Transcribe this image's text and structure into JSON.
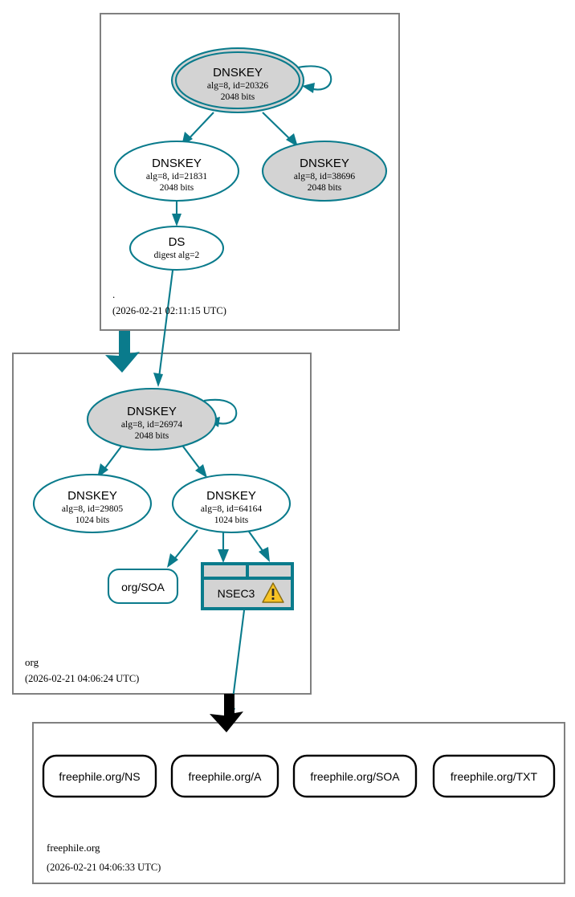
{
  "diagram": {
    "type": "dnssec-authentication-chain",
    "title": "DNSSEC authentication chain for freephile.org",
    "colors": {
      "teal": "#0a7b8c",
      "node_fill_secure": "#d3d3d3",
      "node_fill_plain": "#ffffff",
      "zone_border": "#808080",
      "rrset_border": "#000000",
      "warning_fill": "#f7c325",
      "black_arrow": "#000000"
    }
  },
  "zones": [
    {
      "id": "root",
      "name": ".",
      "timestamp": "(2026-02-21 02:11:15 UTC)",
      "nodes": [
        {
          "id": "root-ksk-20326",
          "shape": "doubleellipse",
          "fill": "node_fill_secure",
          "icon": "trust-anchor-double-ellipse",
          "line1": "DNSKEY",
          "line2": "alg=8, id=20326",
          "line3": "2048 bits",
          "self_signed": true
        },
        {
          "id": "root-zsk-21831",
          "shape": "ellipse",
          "fill": "node_fill_plain",
          "line1": "DNSKEY",
          "line2": "alg=8, id=21831",
          "line3": "2048 bits"
        },
        {
          "id": "root-key-38696",
          "shape": "ellipse",
          "fill": "node_fill_secure",
          "line1": "DNSKEY",
          "line2": "alg=8, id=38696",
          "line3": "2048 bits"
        },
        {
          "id": "root-ds",
          "shape": "ellipse",
          "fill": "node_fill_plain",
          "line1": "DS",
          "line2": "digest alg=2",
          "line3": ""
        }
      ]
    },
    {
      "id": "org",
      "name": "org",
      "timestamp": "(2026-02-21 04:06:24 UTC)",
      "nodes": [
        {
          "id": "org-ksk-26974",
          "shape": "ellipse",
          "fill": "node_fill_secure",
          "line1": "DNSKEY",
          "line2": "alg=8, id=26974",
          "line3": "2048 bits",
          "self_signed": true
        },
        {
          "id": "org-zsk-29805",
          "shape": "ellipse",
          "fill": "node_fill_plain",
          "line1": "DNSKEY",
          "line2": "alg=8, id=29805",
          "line3": "1024 bits"
        },
        {
          "id": "org-zsk-64164",
          "shape": "ellipse",
          "fill": "node_fill_plain",
          "line1": "DNSKEY",
          "line2": "alg=8, id=64164",
          "line3": "1024 bits"
        },
        {
          "id": "org-soa",
          "shape": "roundrect",
          "fill": "node_fill_plain",
          "label": "org/SOA"
        },
        {
          "id": "org-nsec3",
          "shape": "table",
          "fill": "node_fill_secure",
          "label": "NSEC3",
          "warning": true,
          "warning_icon": "warning-triangle-icon",
          "header_cells": 2
        }
      ]
    },
    {
      "id": "freephile",
      "name": "freephile.org",
      "timestamp": "(2026-02-21 04:06:33 UTC)",
      "nodes": [
        {
          "id": "rr-ns",
          "shape": "roundrect",
          "label": "freephile.org/NS"
        },
        {
          "id": "rr-a",
          "shape": "roundrect",
          "label": "freephile.org/A"
        },
        {
          "id": "rr-soa",
          "shape": "roundrect",
          "label": "freephile.org/SOA"
        },
        {
          "id": "rr-txt",
          "shape": "roundrect",
          "label": "freephile.org/TXT"
        }
      ]
    }
  ],
  "edges": [
    {
      "from": "root-ksk-20326",
      "to": "root-ksk-20326",
      "kind": "self-signature"
    },
    {
      "from": "root-ksk-20326",
      "to": "root-zsk-21831",
      "kind": "signature"
    },
    {
      "from": "root-ksk-20326",
      "to": "root-key-38696",
      "kind": "signature"
    },
    {
      "from": "root-zsk-21831",
      "to": "root-ds",
      "kind": "signature"
    },
    {
      "from": "root-ds",
      "to": "org-ksk-26974",
      "kind": "delegation"
    },
    {
      "from": "root",
      "to": "org",
      "kind": "zone-delegation"
    },
    {
      "from": "org-ksk-26974",
      "to": "org-ksk-26974",
      "kind": "self-signature"
    },
    {
      "from": "org-ksk-26974",
      "to": "org-zsk-29805",
      "kind": "signature"
    },
    {
      "from": "org-ksk-26974",
      "to": "org-zsk-64164",
      "kind": "signature"
    },
    {
      "from": "org-zsk-64164",
      "to": "org-soa",
      "kind": "signature"
    },
    {
      "from": "org-zsk-64164",
      "to": "org-nsec3",
      "kind": "signature"
    },
    {
      "from": "org-nsec3",
      "to": "freephile",
      "kind": "zone-delegation"
    }
  ]
}
